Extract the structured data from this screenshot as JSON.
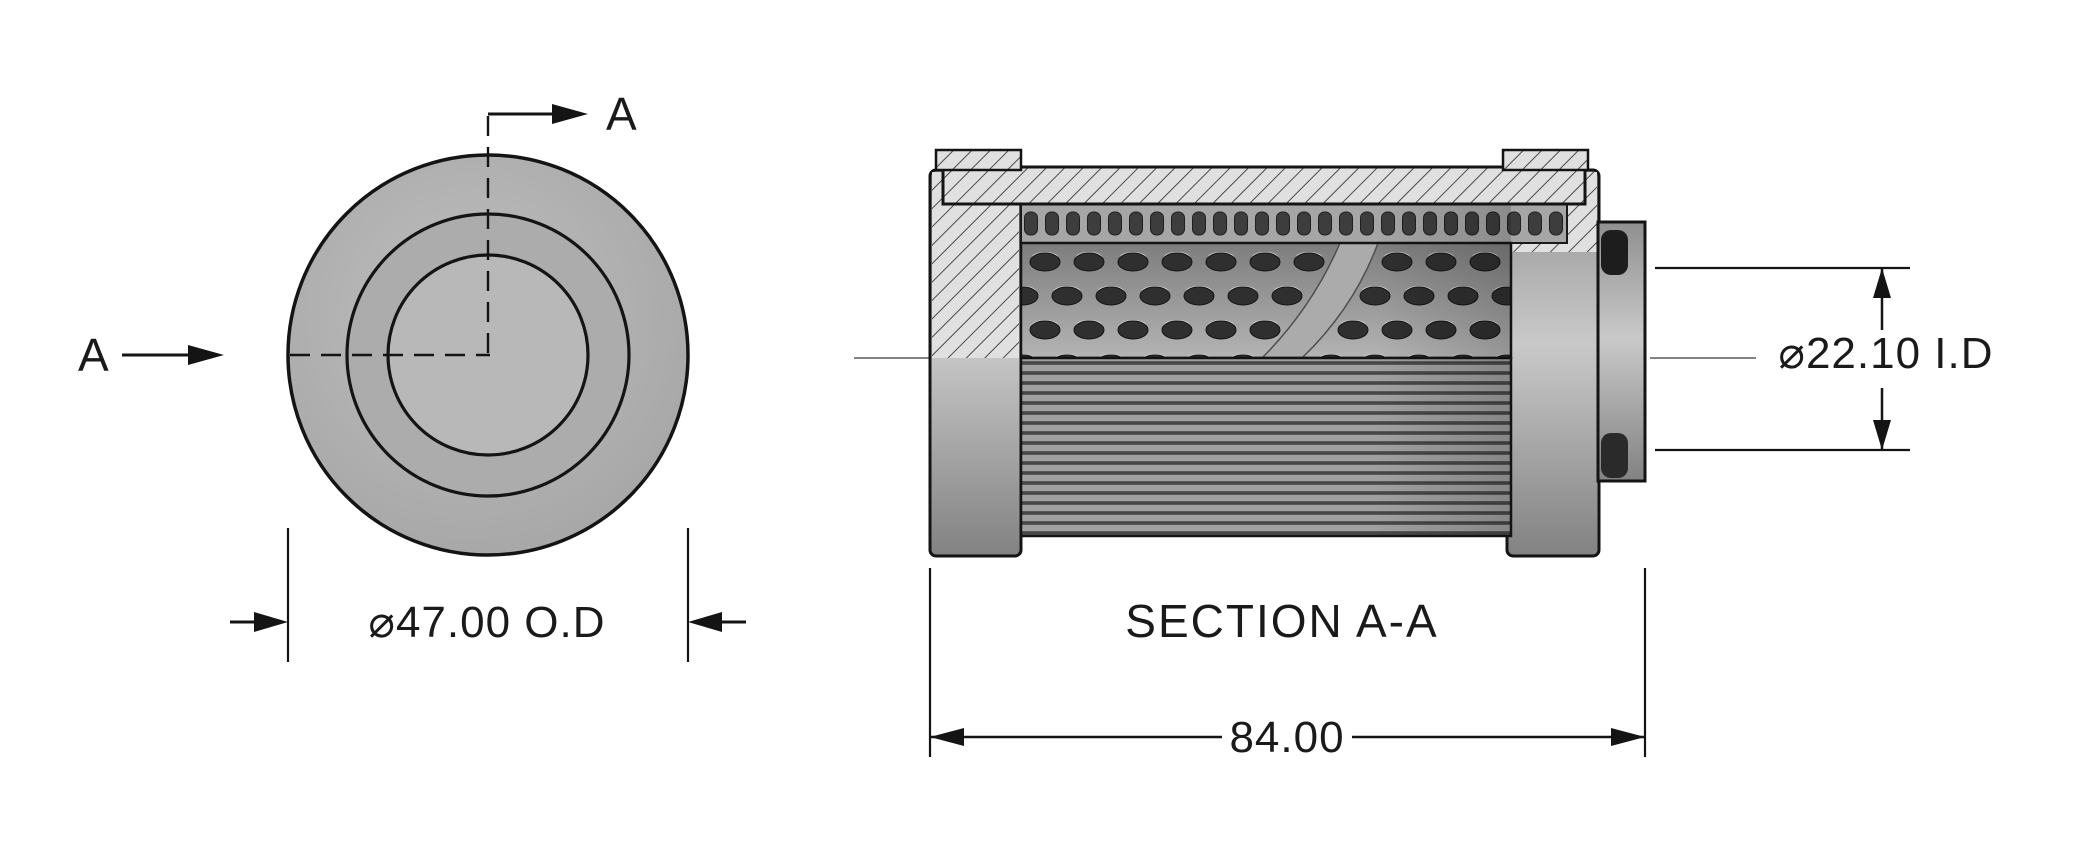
{
  "drawing": {
    "type": "engineering-section-drawing",
    "labels": {
      "section_arrow_top": "A",
      "section_arrow_left": "A",
      "section_title": "SECTION A-A",
      "dim_outer_diameter": "⌀47.00 O.D",
      "dim_inner_diameter": "⌀22.10 I.D",
      "dim_overall_length": "84.00"
    },
    "colors": {
      "background": "#ffffff",
      "line": "#141414",
      "metal_light": "#c9c9c9",
      "metal_mid": "#b0b0b0",
      "metal_dark": "#858585",
      "hole": "#2f2f2f",
      "seal": "#1d1d1d"
    }
  }
}
